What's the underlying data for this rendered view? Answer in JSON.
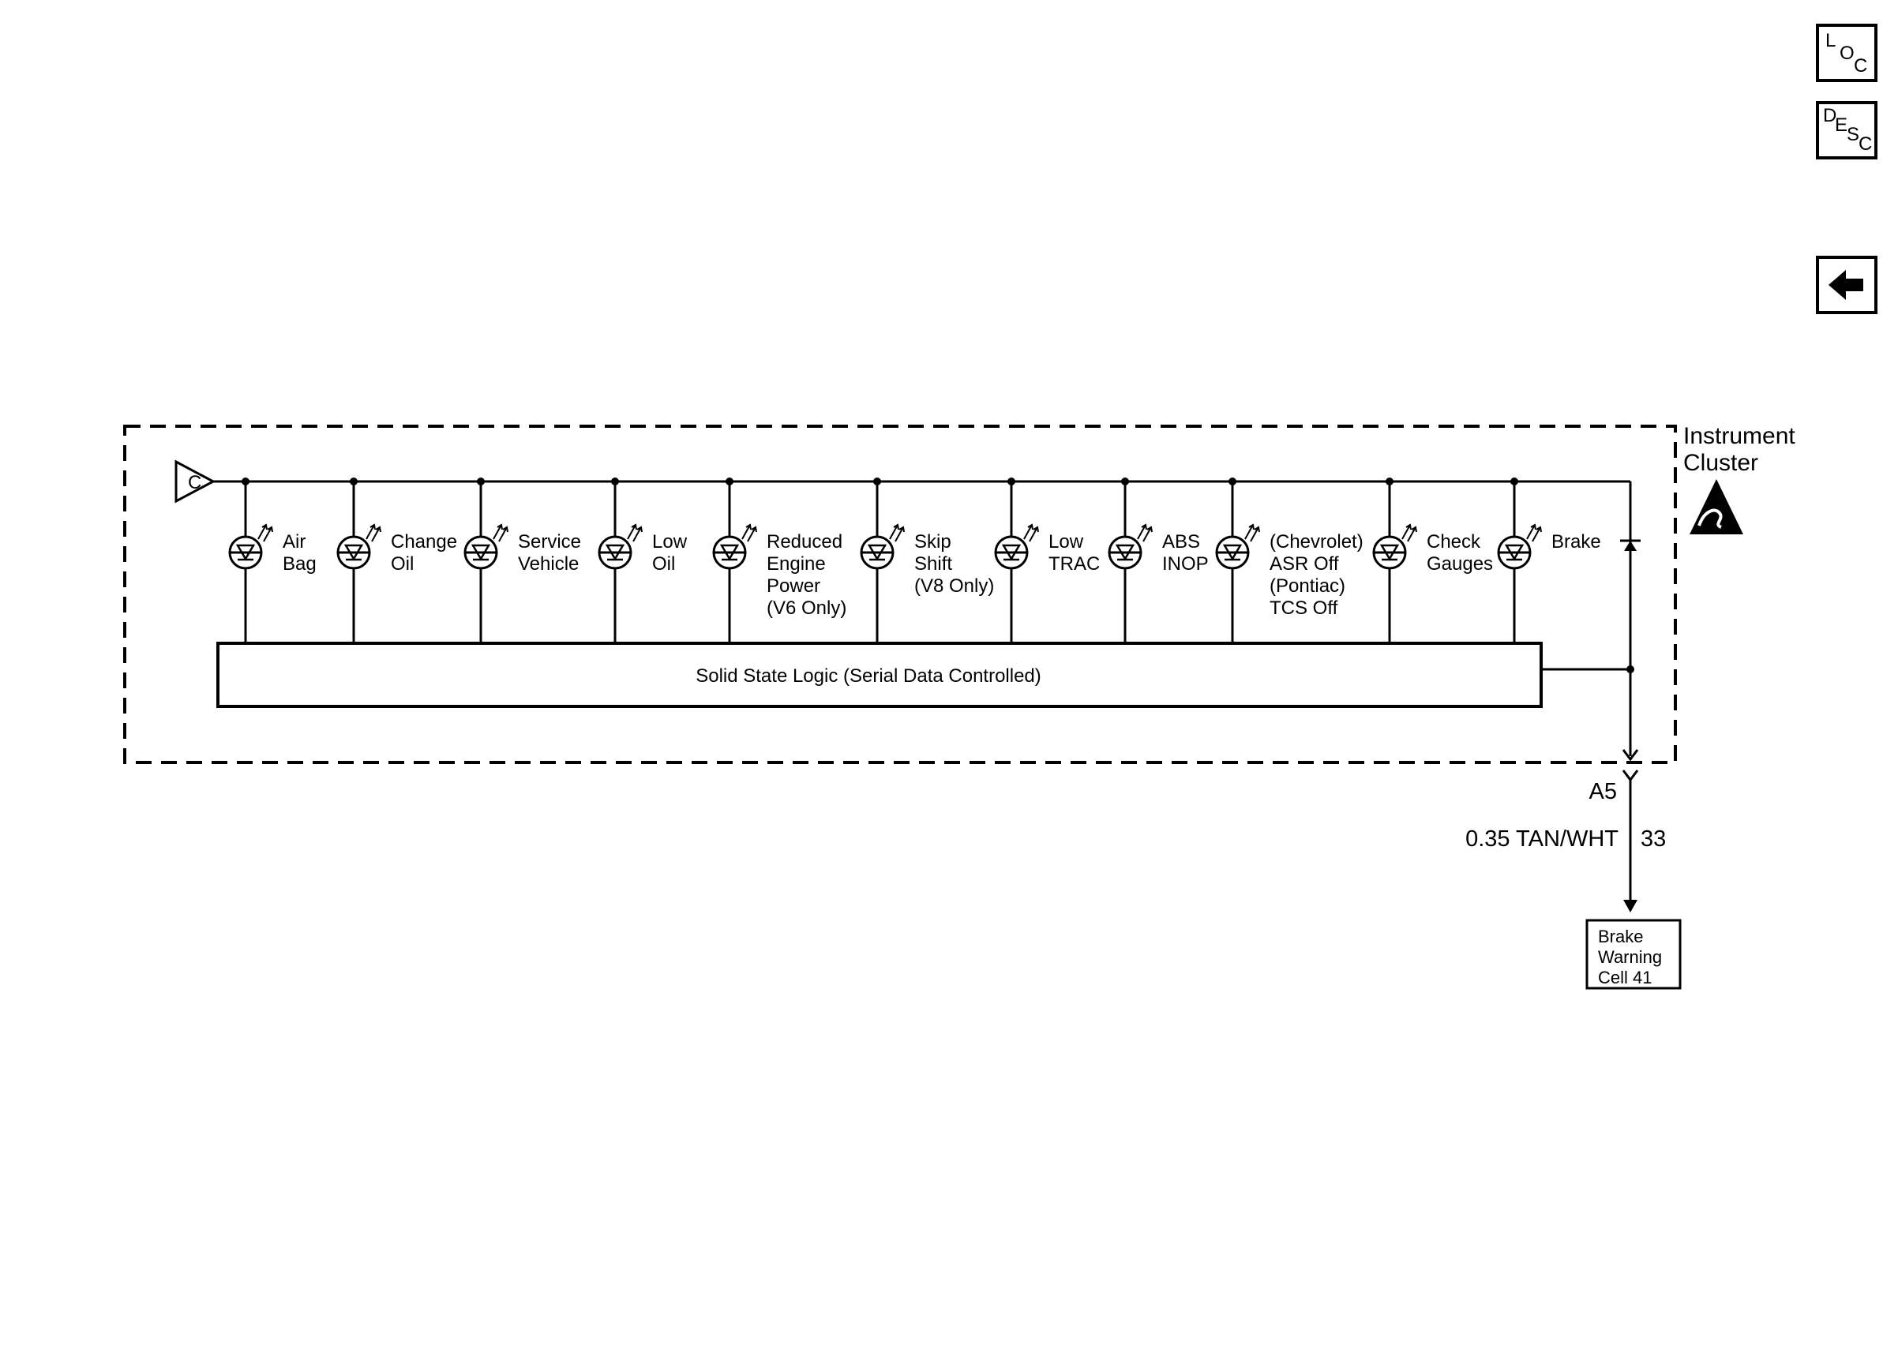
{
  "navigation": {
    "loc_letters": [
      "L",
      "O",
      "C"
    ],
    "desc_letters": [
      "D",
      "E",
      "S",
      "C"
    ],
    "back_icon": "left-arrow-icon"
  },
  "module": {
    "name_lines": [
      "Instrument",
      "Cluster"
    ],
    "esd_icon": "esd-sensitive-icon",
    "feed_connector": "C"
  },
  "lamps": [
    {
      "label_lines": [
        "Air",
        "Bag"
      ]
    },
    {
      "label_lines": [
        "Change",
        "Oil"
      ]
    },
    {
      "label_lines": [
        "Service",
        "Vehicle"
      ]
    },
    {
      "label_lines": [
        "Low",
        "Oil"
      ]
    },
    {
      "label_lines": [
        "Reduced",
        "Engine",
        "Power",
        "(V6 Only)"
      ]
    },
    {
      "label_lines": [
        "Skip",
        "Shift",
        "(V8 Only)"
      ]
    },
    {
      "label_lines": [
        "Low",
        "TRAC"
      ]
    },
    {
      "label_lines": [
        "ABS",
        "INOP"
      ]
    },
    {
      "label_lines": [
        "(Chevrolet)",
        "ASR Off",
        "(Pontiac)",
        "TCS Off"
      ]
    },
    {
      "label_lines": [
        "Check",
        "Gauges"
      ]
    },
    {
      "label_lines": [
        "Brake"
      ]
    }
  ],
  "logic_module": {
    "label": "Solid State Logic (Serial Data Controlled)"
  },
  "connector": {
    "pin": "A5",
    "wire_label": "0.35 TAN/WHT",
    "circuit": "33"
  },
  "destination": {
    "label_lines": [
      "Brake",
      "Warning",
      "Cell 41"
    ]
  }
}
